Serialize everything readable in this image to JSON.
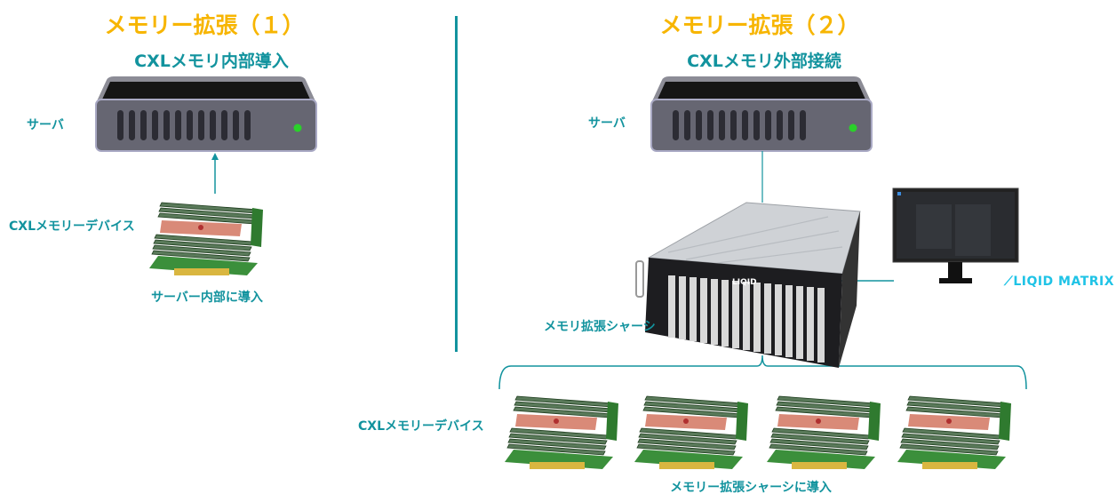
{
  "left": {
    "title": "メモリー拡張（１）",
    "subtitle": "CXLメモリ内部導入",
    "server_label": "サーバ",
    "device_label": "CXLメモリーデバイス",
    "caption": "サーバー内部に導入"
  },
  "right": {
    "title": "メモリー拡張（２）",
    "subtitle": "CXLメモリ外部接続",
    "server_label": "サーバ",
    "chassis_label": "メモリ拡張シャーシ",
    "chassis_brand": "LIQID",
    "software_logo": "LIQID MATRIX",
    "device_label": "CXLメモリーデバイス",
    "caption": "メモリー拡張シャーシに導入"
  },
  "colors": {
    "title": "#f7b500",
    "accent": "#12939e"
  }
}
